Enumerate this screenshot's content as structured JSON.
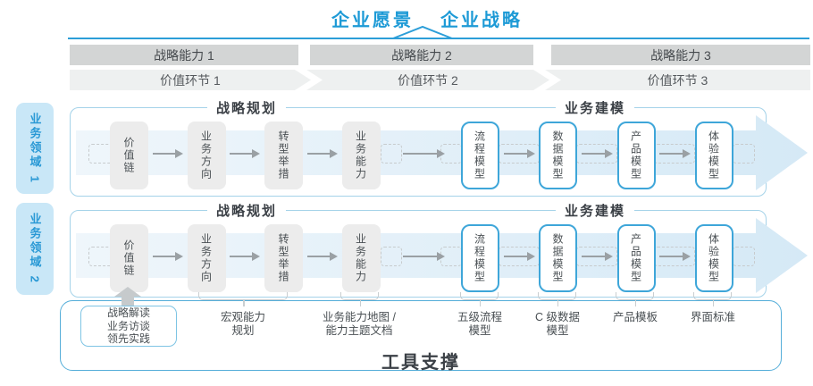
{
  "title": {
    "vision": "企业愿景",
    "strategy": "企业战略"
  },
  "capability_bars": [
    {
      "label": "战略能力 1"
    },
    {
      "label": "战略能力 2"
    },
    {
      "label": "战略能力 3"
    }
  ],
  "value_chain": [
    {
      "label": "价值环节 1"
    },
    {
      "label": "价值环节 2"
    },
    {
      "label": "价值环节 3"
    }
  ],
  "domains": [
    {
      "label": "业务领域 1"
    },
    {
      "label": "业务领域 2"
    }
  ],
  "rows": [
    {
      "plan_header": "战略规划",
      "model_header": "业务建模",
      "plan_boxes": [
        "价值链",
        "业务方向",
        "转型举措",
        "业务能力"
      ],
      "model_boxes": [
        "流程模型",
        "数据模型",
        "产品模型",
        "体验模型"
      ]
    },
    {
      "plan_header": "战略规划",
      "model_header": "业务建模",
      "plan_boxes": [
        "价值链",
        "业务方向",
        "转型举措",
        "业务能力"
      ],
      "model_boxes": [
        "流程模型",
        "数据模型",
        "产品模型",
        "体验模型"
      ]
    }
  ],
  "tools": {
    "practice_box": [
      "战略解读",
      "业务访谈",
      "领先实践"
    ],
    "labels": [
      {
        "line1": "宏观能力",
        "line2": "规划"
      },
      {
        "line1": "业务能力地图 /",
        "line2": "能力主题文档"
      },
      {
        "line1": "五级流程",
        "line2": "模型"
      },
      {
        "line1": "C 级数据",
        "line2": "模型"
      },
      {
        "line1": "产品模板"
      },
      {
        "line1": "界面标准"
      }
    ],
    "footer": "工具支撑"
  },
  "colors": {
    "accent_blue": "#1d9ad6",
    "light_blue_band": "#d5e9f6",
    "tab_blue": "#c9e7f7",
    "bar_gray": "#d3d5d5",
    "box_gray": "#ececec",
    "border_blue": "#3ea6d9",
    "tools_border": "#55aed9"
  }
}
